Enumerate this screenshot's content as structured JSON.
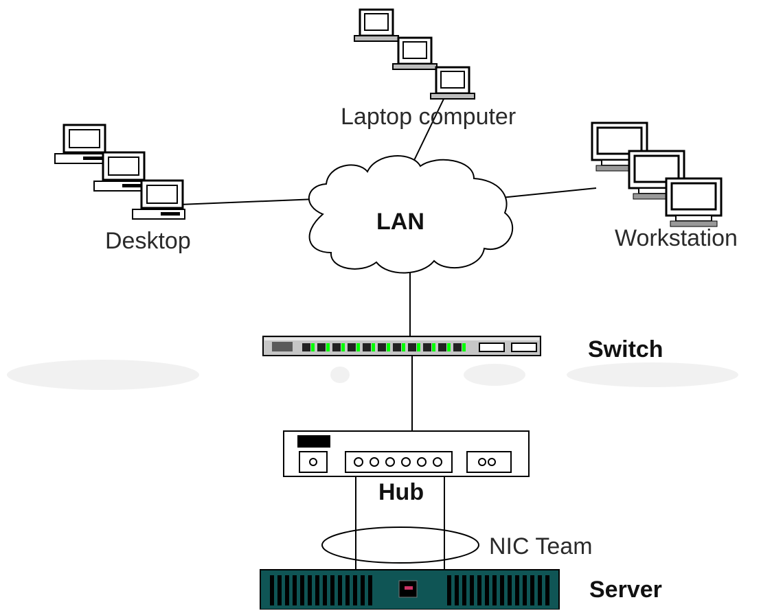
{
  "labels": {
    "laptop": "Laptop computer",
    "desktop": "Desktop",
    "workstation": "Workstation",
    "lan": "LAN",
    "switch": "Switch",
    "hub": "Hub",
    "nic_team": "NIC Team",
    "server": "Server"
  },
  "colors": {
    "line": "#000000",
    "server_fill": "#0f5555",
    "switch_led": "#00ff00",
    "background": "#ffffff"
  }
}
